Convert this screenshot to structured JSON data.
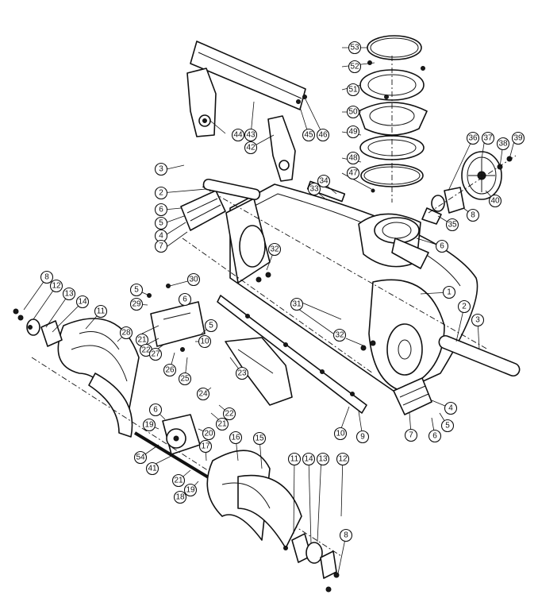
{
  "diagram": {
    "callouts": [
      {
        "id": "c53",
        "label": "53"
      },
      {
        "id": "c52",
        "label": "52"
      },
      {
        "id": "c51",
        "label": "51"
      },
      {
        "id": "c50",
        "label": "50"
      },
      {
        "id": "c49",
        "label": "49"
      },
      {
        "id": "c48",
        "label": "48"
      },
      {
        "id": "c47",
        "label": "47"
      },
      {
        "id": "c44",
        "label": "44"
      },
      {
        "id": "c43",
        "label": "43"
      },
      {
        "id": "c42",
        "label": "42"
      },
      {
        "id": "c45",
        "label": "45"
      },
      {
        "id": "c46",
        "label": "46"
      },
      {
        "id": "c36",
        "label": "36"
      },
      {
        "id": "c37",
        "label": "37"
      },
      {
        "id": "c38",
        "label": "38"
      },
      {
        "id": "c39",
        "label": "39"
      },
      {
        "id": "c40",
        "label": "40"
      },
      {
        "id": "c8a",
        "label": "8"
      },
      {
        "id": "c35",
        "label": "35"
      },
      {
        "id": "c34",
        "label": "34"
      },
      {
        "id": "c33",
        "label": "33"
      },
      {
        "id": "c3a",
        "label": "3"
      },
      {
        "id": "c2a",
        "label": "2"
      },
      {
        "id": "c6a",
        "label": "6"
      },
      {
        "id": "c5a",
        "label": "5"
      },
      {
        "id": "c4a",
        "label": "4"
      },
      {
        "id": "c7a",
        "label": "7"
      },
      {
        "id": "c6b",
        "label": "6"
      },
      {
        "id": "c32a",
        "label": "32"
      },
      {
        "id": "c30",
        "label": "30"
      },
      {
        "id": "c29",
        "label": "29"
      },
      {
        "id": "c5b",
        "label": "5"
      },
      {
        "id": "c6c",
        "label": "6"
      },
      {
        "id": "c8b",
        "label": "8"
      },
      {
        "id": "c12a",
        "label": "12"
      },
      {
        "id": "c13a",
        "label": "13"
      },
      {
        "id": "c14a",
        "label": "14"
      },
      {
        "id": "c11a",
        "label": "11"
      },
      {
        "id": "c28",
        "label": "28"
      },
      {
        "id": "c21a",
        "label": "21"
      },
      {
        "id": "c22a",
        "label": "22"
      },
      {
        "id": "c27",
        "label": "27"
      },
      {
        "id": "c26",
        "label": "26"
      },
      {
        "id": "c25",
        "label": "25"
      },
      {
        "id": "c5c",
        "label": "5"
      },
      {
        "id": "c10a",
        "label": "10"
      },
      {
        "id": "c1",
        "label": "1"
      },
      {
        "id": "c31",
        "label": "31"
      },
      {
        "id": "c32b",
        "label": "32"
      },
      {
        "id": "c2b",
        "label": "2"
      },
      {
        "id": "c3b",
        "label": "3"
      },
      {
        "id": "c23",
        "label": "23"
      },
      {
        "id": "c24",
        "label": "24"
      },
      {
        "id": "c22b",
        "label": "22"
      },
      {
        "id": "c21b",
        "label": "21"
      },
      {
        "id": "c20",
        "label": "20"
      },
      {
        "id": "c6d",
        "label": "6"
      },
      {
        "id": "c19a",
        "label": "19"
      },
      {
        "id": "c54",
        "label": "54"
      },
      {
        "id": "c41",
        "label": "41"
      },
      {
        "id": "c21c",
        "label": "21"
      },
      {
        "id": "c19b",
        "label": "19"
      },
      {
        "id": "c17",
        "label": "17"
      },
      {
        "id": "c18",
        "label": "18"
      },
      {
        "id": "c16",
        "label": "16"
      },
      {
        "id": "c15",
        "label": "15"
      },
      {
        "id": "c10b",
        "label": "10"
      },
      {
        "id": "c9",
        "label": "9"
      },
      {
        "id": "c7b",
        "label": "7"
      },
      {
        "id": "c6e",
        "label": "6"
      },
      {
        "id": "c5d",
        "label": "5"
      },
      {
        "id": "c4b",
        "label": "4"
      },
      {
        "id": "c11b",
        "label": "11"
      },
      {
        "id": "c14b",
        "label": "14"
      },
      {
        "id": "c13b",
        "label": "13"
      },
      {
        "id": "c12b",
        "label": "12"
      },
      {
        "id": "c8c",
        "label": "8"
      }
    ]
  }
}
